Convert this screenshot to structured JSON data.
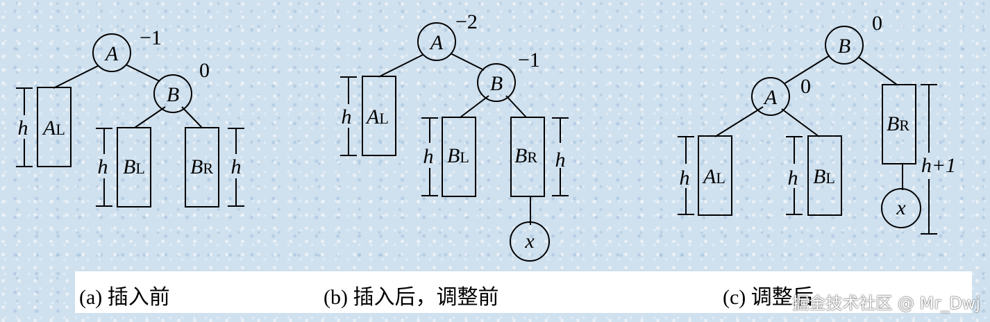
{
  "panels": [
    {
      "id": "a",
      "nodes": [
        {
          "id": "A",
          "label": "A",
          "balance": "−1"
        },
        {
          "id": "B",
          "label": "B",
          "balance": "0"
        }
      ],
      "subtrees": [
        {
          "id": "AL",
          "label": "A",
          "sub": "L",
          "height": "h"
        },
        {
          "id": "BL",
          "label": "B",
          "sub": "L",
          "height": "h"
        },
        {
          "id": "BR",
          "label": "B",
          "sub": "R",
          "height": "h"
        }
      ],
      "caption": "(a)  插入前"
    },
    {
      "id": "b",
      "nodes": [
        {
          "id": "A",
          "label": "A",
          "balance": "−2"
        },
        {
          "id": "B",
          "label": "B",
          "balance": "−1"
        },
        {
          "id": "x",
          "label": "x"
        }
      ],
      "subtrees": [
        {
          "id": "AL",
          "label": "A",
          "sub": "L",
          "height": "h"
        },
        {
          "id": "BL",
          "label": "B",
          "sub": "L",
          "height": "h"
        },
        {
          "id": "BR",
          "label": "B",
          "sub": "R",
          "height": "h"
        }
      ],
      "caption": "(b)  插入后，调整前"
    },
    {
      "id": "c",
      "nodes": [
        {
          "id": "B",
          "label": "B",
          "balance": "0"
        },
        {
          "id": "A",
          "label": "A",
          "balance": "0"
        },
        {
          "id": "x",
          "label": "x"
        }
      ],
      "subtrees": [
        {
          "id": "AL",
          "label": "A",
          "sub": "L",
          "height": "h"
        },
        {
          "id": "BL",
          "label": "B",
          "sub": "L",
          "height": "h"
        },
        {
          "id": "BR",
          "label": "B",
          "sub": "R",
          "height": "h+1"
        }
      ],
      "caption": "(c)  调整后"
    }
  ],
  "watermark": "掘金技术社区 @ Mr_Dwj"
}
